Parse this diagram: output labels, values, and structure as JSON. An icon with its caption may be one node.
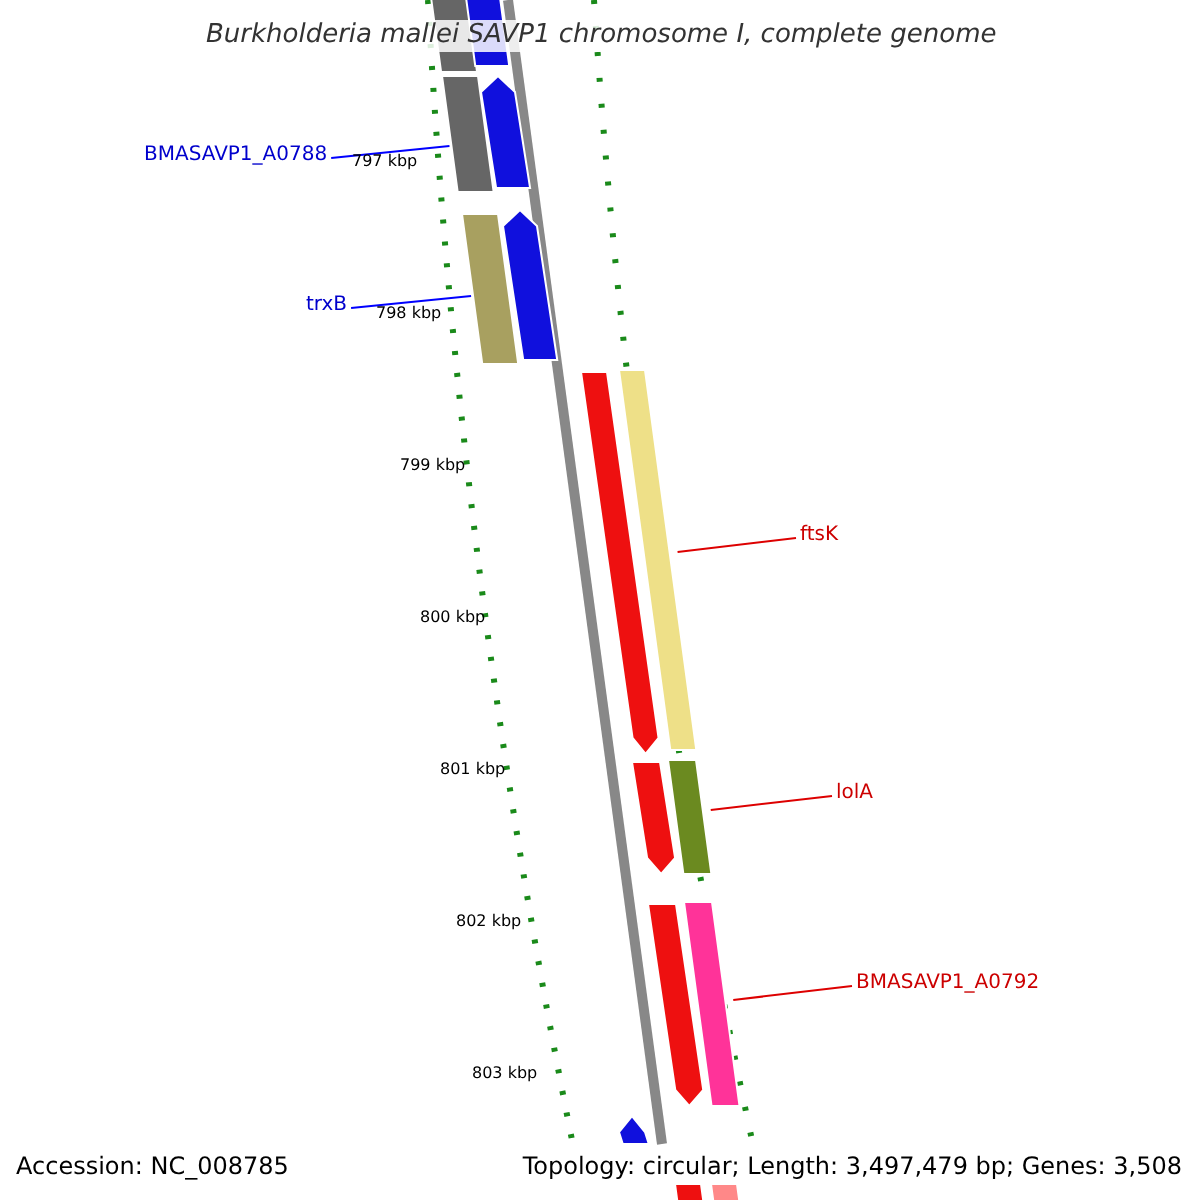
{
  "diagram": {
    "title": "Burkholderia mallei SAVP1 chromosome I, complete genome",
    "nodes": [
      {
        "text": [],
        "shape": "bar"
      },
      {
        "text": [],
        "shape": "bar"
      },
      {
        "text": [
          "BMASAVP1_A0788"
        ]
      },
      {
        "text": [],
        "shape": "bar"
      },
      {
        "text": [],
        "shape": "arrow"
      },
      {
        "text": [
          "trxB"
        ]
      },
      {
        "text": [],
        "shape": "bar"
      },
      {
        "text": [],
        "shape": "arrow"
      },
      {
        "text": [],
        "shape": "arrow"
      },
      {
        "text": [],
        "shape": "bar"
      },
      {
        "text": [
          "ftsK"
        ]
      },
      {
        "text": [],
        "shape": "arrow"
      },
      {
        "text": [],
        "shape": "bar"
      },
      {
        "text": [
          "lolA"
        ]
      },
      {
        "text": [],
        "shape": "arrow"
      },
      {
        "text": [],
        "shape": "bar"
      },
      {
        "text": [
          "BMASAVP1_A0792"
        ]
      },
      {
        "text": [],
        "shape": "arrow"
      },
      {
        "text": [],
        "shape": "bar"
      },
      {
        "text": [],
        "shape": "bar"
      }
    ],
    "edges": [
      {
        "from": 2,
        "to": 3,
        "arrow": "none",
        "color": "#0000ff"
      },
      {
        "from": 5,
        "to": 6,
        "arrow": "none",
        "color": "#0000ff"
      },
      {
        "from": 10,
        "to": 9,
        "arrow": "none"
      },
      {
        "from": 13,
        "to": 12,
        "arrow": "none"
      },
      {
        "from": 16,
        "to": 15,
        "arrow": "none"
      }
    ],
    "labels": [
      "797 kbp",
      "798 kbp",
      "799 kbp",
      "800 kbp",
      "801 kbp",
      "802 kbp",
      "803 kbp",
      "Accession: NC_008785",
      "Topology: circular; Length: 3,497,479 bp; Genes: 3,508"
    ]
  }
}
